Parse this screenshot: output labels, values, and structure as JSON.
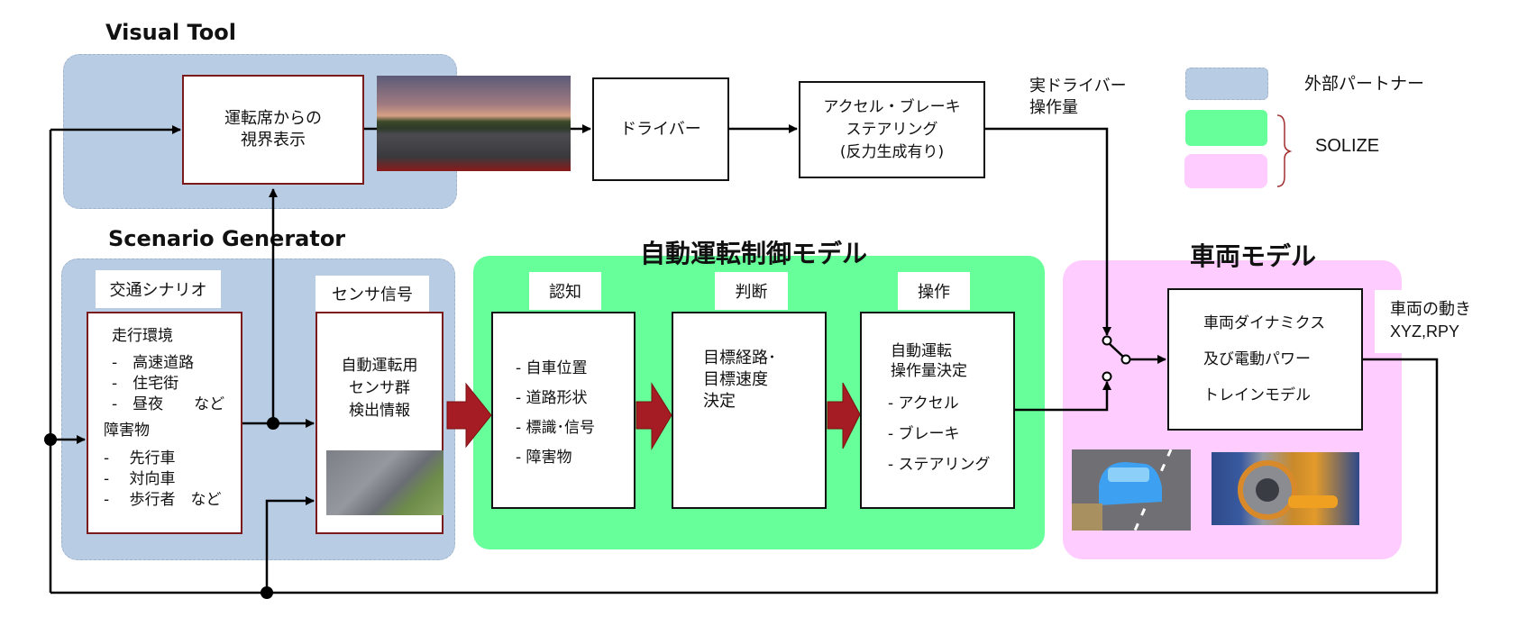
{
  "visual_tool": {
    "title": "Visual Tool",
    "display_box": [
      "運転席からの",
      "視界表示"
    ]
  },
  "driver_box": "ドライバー",
  "pedal_box": [
    "アクセル・ブレーキ",
    "ステアリング",
    "(反力生成有り)"
  ],
  "driver_output_label": [
    "実ドライバー",
    "操作量"
  ],
  "legend": {
    "external_partner": "外部パートナー",
    "solize": "SOLIZE",
    "colors": {
      "external_partner": "#b8cce4",
      "solize_control": "#66ff99",
      "solize_vehicle": "#ffccff"
    }
  },
  "scenario_generator": {
    "title": "Scenario Generator",
    "traffic_tag": "交通シナリオ",
    "traffic": {
      "env_heading": "走行環境",
      "env_items": [
        "-　高速道路",
        "-　住宅街",
        "-　昼夜　　など"
      ],
      "obstacle_heading": "障害物",
      "obstacle_items": [
        "-　 先行車",
        "-　 対向車",
        "-　 歩行者　など"
      ]
    },
    "sensor_tag": "センサ信号",
    "sensor_box": [
      "自動運転用",
      "センサ群",
      "検出情報"
    ]
  },
  "control_model": {
    "title": "自動運転制御モデル",
    "recognition": {
      "tag": "認知",
      "items": [
        "- 自車位置",
        "- 道路形状",
        "- 標識･信号",
        "- 障害物"
      ]
    },
    "judgment": {
      "tag": "判断",
      "lines": [
        "目標経路･",
        "目標速度",
        "決定"
      ]
    },
    "operation": {
      "tag": "操作",
      "lines": [
        "自動運転",
        "操作量決定"
      ],
      "items": [
        "- アクセル",
        "- ブレーキ",
        "- ステアリング"
      ]
    }
  },
  "vehicle_model": {
    "title": "車両モデル",
    "box": [
      "車両ダイナミクス",
      "及び電動パワー",
      "トレインモデル"
    ],
    "output_label": [
      "車両の動き",
      "XYZ,RPY"
    ]
  },
  "colors": {
    "wire": "#000000",
    "flow_arrow": "#a51c24",
    "box_border_red": "#7a1a1a"
  }
}
